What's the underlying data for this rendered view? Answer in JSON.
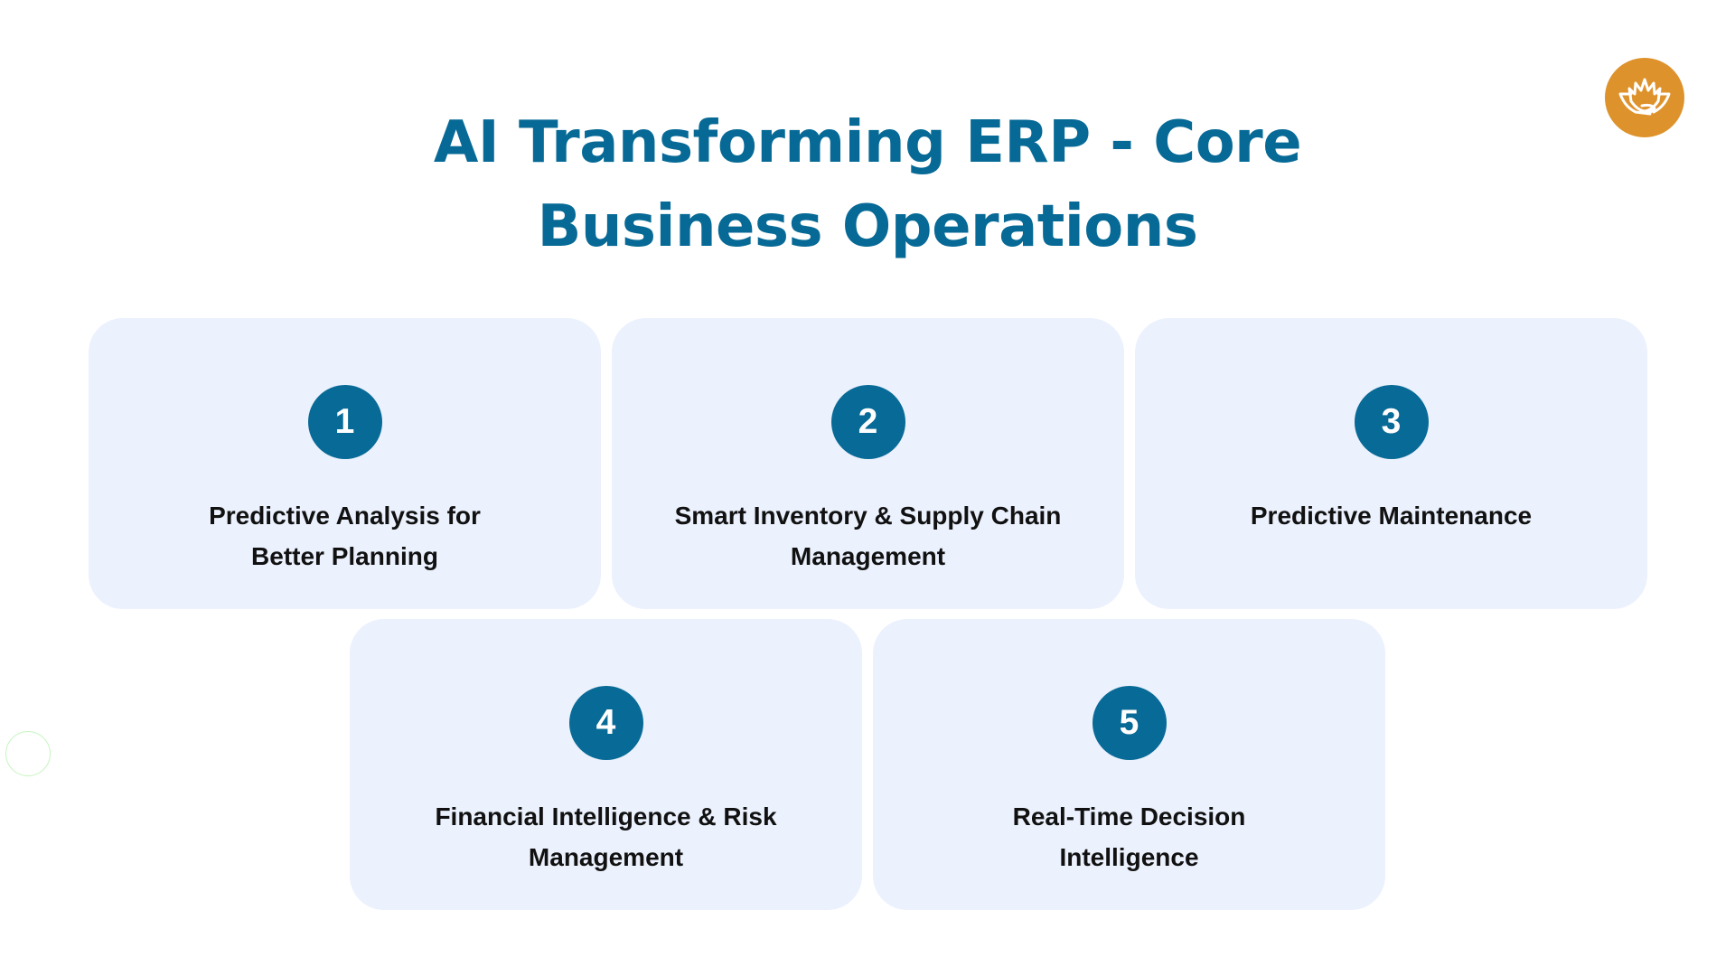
{
  "header": {
    "title_lines": [
      "AI Transforming ERP - Core",
      "Business Operations"
    ],
    "logo_icon": "lotus-icon"
  },
  "colors": {
    "title": "#076a96",
    "badge": "#086a96",
    "card_bg": "#ebf1fd",
    "logo_bg": "#de922b",
    "card_text": "#111111"
  },
  "cards": [
    {
      "number": "1",
      "lines": [
        "Predictive Analysis for",
        "Better Planning"
      ]
    },
    {
      "number": "2",
      "lines": [
        "Smart Inventory & Supply Chain",
        "Management"
      ]
    },
    {
      "number": "3",
      "lines": [
        "Predictive Maintenance"
      ]
    },
    {
      "number": "4",
      "lines": [
        "Financial Intelligence & Risk",
        "Management"
      ]
    },
    {
      "number": "5",
      "lines": [
        "Real-Time Decision",
        "Intelligence"
      ]
    }
  ]
}
